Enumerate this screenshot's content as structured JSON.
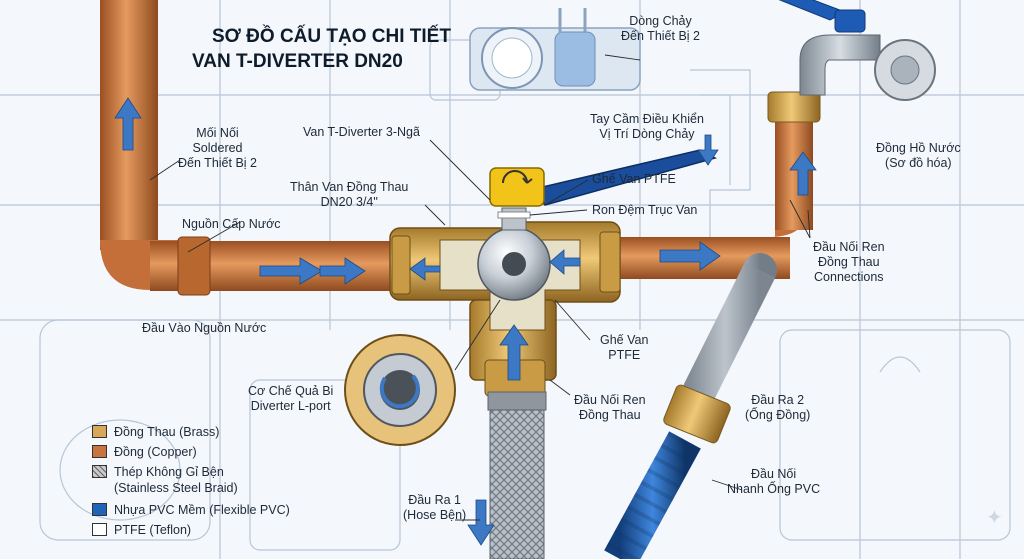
{
  "title": {
    "line1": "SƠ ĐỒ CẤU TẠO CHI TIẾT",
    "line2": "VAN T-DIVERTER DN20"
  },
  "labels": {
    "moi_noi": [
      "Mối Nối",
      "Soldered",
      "Đến Thiết Bị 2"
    ],
    "van_t_diverter": [
      "Van T-Diverter 3-Ngã"
    ],
    "than_van": [
      "Thân Van Đồng Thau",
      "DN20 3/4\""
    ],
    "nguon_cap_nuoc": [
      "Nguồn Cấp Nước"
    ],
    "dau_vao": [
      "Đầu Vào Nguồn Nước"
    ],
    "co_che": [
      "Cơ Chế Quả Bi",
      "Diverter L-port"
    ],
    "dong_chay": [
      "Dòng Chảy",
      "Đến Thiết Bị 2"
    ],
    "tay_cam": [
      "Tay Cầm Điều Khiển",
      "Vị Trí Dòng Chảy"
    ],
    "ghe_van_top": [
      "Ghế Van PTFE"
    ],
    "ron_dem": [
      "Ron Đệm Trục Van"
    ],
    "ghe_van_mid": [
      "Ghế Van",
      "PTFE"
    ],
    "dau_noi_ren_center": [
      "Đầu Nối Ren",
      "Đồng Thau"
    ],
    "dau_ra_1": [
      "Đầu Ra 1",
      "(Hose Bện)"
    ],
    "dong_ho_nuoc": [
      "Đồng Hồ Nước",
      "(Sơ đồ hóa)"
    ],
    "dau_noi_ren_right": [
      "Đầu Nối Ren",
      "Đồng Thau",
      "Connections"
    ],
    "dau_ra_2": [
      "Đầu Ra 2",
      "(Ống Đồng)"
    ],
    "dau_noi_nhanh": [
      "Đầu Nối",
      "Nhanh Ống PVC"
    ]
  },
  "legend": [
    {
      "color": "#d9a75a",
      "lines": [
        "Đồng Thau (Brass)"
      ],
      "pattern": "solid"
    },
    {
      "color": "#c8743e",
      "lines": [
        "Đồng (Copper)"
      ],
      "pattern": "solid"
    },
    {
      "color": "#b7b7b7",
      "lines": [
        "Thép Không Gỉ Bện",
        "(Stainless Steel Braid)"
      ],
      "pattern": "hatch"
    },
    {
      "color": "#1f64b8",
      "lines": [
        "Nhựa PVC Mềm (Flexible PVC)"
      ],
      "pattern": "solid"
    },
    {
      "color": "#ffffff",
      "lines": [
        "PTFE (Teflon)"
      ],
      "pattern": "solid"
    }
  ],
  "colors": {
    "copper": "#c8743e",
    "brass": "#d9a75a",
    "steel": "#a9b1ba",
    "pvc": "#1f64b8",
    "handle": "#1a4d9c",
    "handle_cap": "#f2c318",
    "flow_arrow": "#3d78c4",
    "sketch": "#9fb4cc"
  }
}
